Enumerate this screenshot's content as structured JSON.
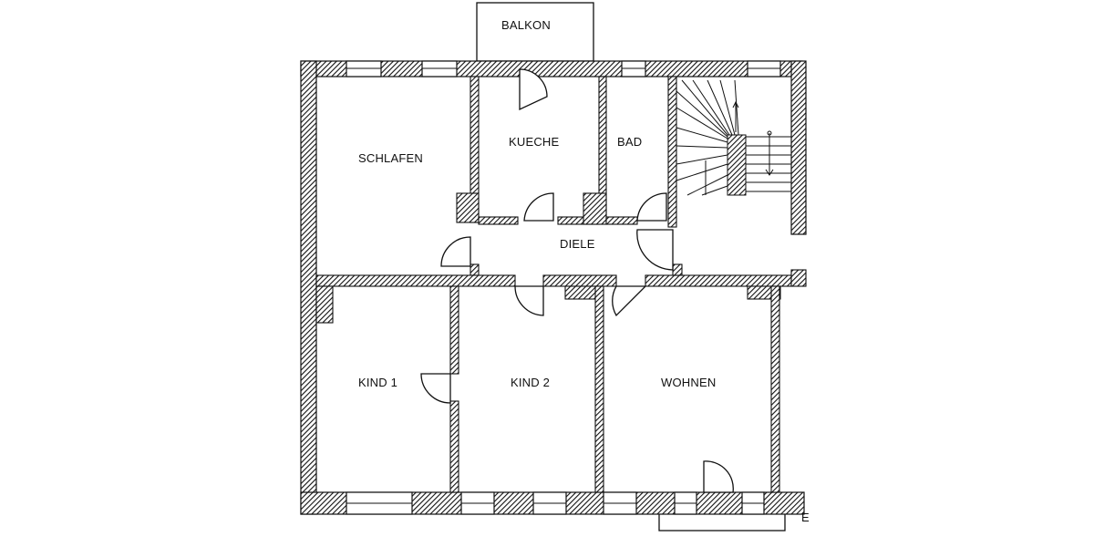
{
  "colors": {
    "wall_stroke": "#111111",
    "wall_fill_hatch": "#111111",
    "background": "#ffffff"
  },
  "rooms": {
    "balkon": "BALKON",
    "schlafen": "SCHLAFEN",
    "kueche": "KUECHE",
    "bad": "BAD",
    "diele": "DIELE",
    "kind1": "KIND 1",
    "kind2": "KIND 2",
    "wohnen": "WOHNEN"
  },
  "edge_text": "E"
}
